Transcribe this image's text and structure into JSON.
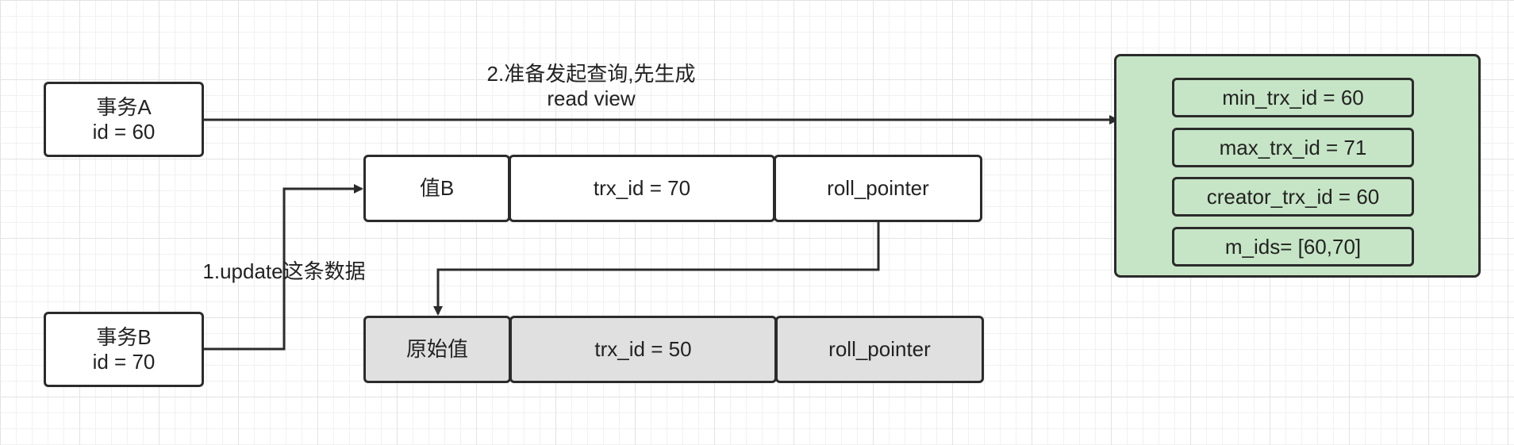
{
  "transactions": {
    "a": {
      "name": "事务A",
      "id": "id = 60"
    },
    "b": {
      "name": "事务B",
      "id": "id = 70"
    }
  },
  "labels": {
    "step1": "1.update这条数据",
    "step2_line1": "2.准备发起查询,先生成",
    "step2_line2": "read view"
  },
  "row_new": {
    "value": "值B",
    "trx_id": "trx_id = 70",
    "roll_pointer": "roll_pointer"
  },
  "row_old": {
    "value": "原始值",
    "trx_id": "trx_id = 50",
    "roll_pointer": "roll_pointer"
  },
  "read_view": {
    "fill_color": "#c6e5c6",
    "items": [
      "min_trx_id = 60",
      "max_trx_id = 71",
      "creator_trx_id = 60",
      "m_ids= [60,70]"
    ]
  }
}
